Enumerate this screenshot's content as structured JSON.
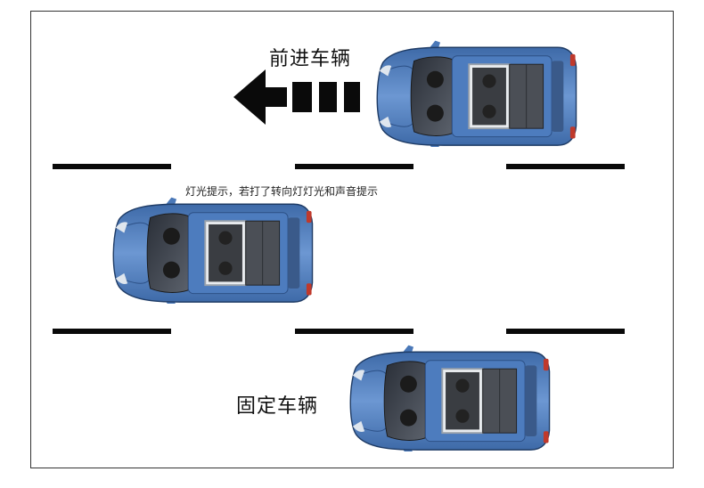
{
  "labels": {
    "forward": "前进车辆",
    "fixed": "固定车辆",
    "note": "灯光提示，若打了转向灯灯光和声音提示"
  },
  "colors": {
    "car_body": "#5b86c4",
    "car_dark": "#1f3c66",
    "lane": "#0a0a0a",
    "arrow": "#0a0a0a"
  },
  "icons": {
    "arrow": "left-arrow-icon",
    "car": "car-top-view"
  }
}
